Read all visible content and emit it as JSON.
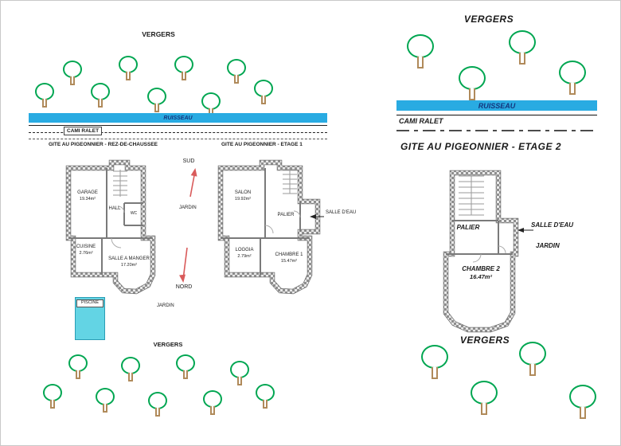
{
  "left": {
    "vergers_top": "VERGERS",
    "vergers_bottom": "VERGERS",
    "ruisseau_label": "RUISSEAU",
    "road_label": "CAMI RALET",
    "compass": {
      "sud": "SUD",
      "nord": "NORD"
    },
    "rdc": {
      "title": "GITE AU PIGEONNIER - REZ-DE-CHAUSSEE",
      "garage": "GARAGE",
      "garage_area": "19.34m²",
      "hall": "HALL",
      "wc": "WC",
      "cuisine": "CUISINE",
      "cuisine_area": "2.76m²",
      "salle_a_manger": "SALLE A MANGER",
      "salle_a_manger_area": "17.20m²",
      "jardin_est": "JARDIN",
      "jardin_sud": "JARDIN",
      "piscine": "PISCINE"
    },
    "etage1": {
      "title": "GITE AU PIGEONNIER - ETAGE 1",
      "salon": "SALON",
      "salon_area": "19.92m²",
      "palier": "PALIER",
      "salle_deau": "SALLE D'EAU",
      "loggia": "LOGGIA",
      "loggia_area": "2.79m²",
      "chambre1": "CHAMBRE 1",
      "chambre1_area": "15.47m²"
    }
  },
  "right": {
    "vergers_top": "VERGERS",
    "vergers_bottom": "VERGERS",
    "ruisseau_label": "RUISSEAU",
    "road_label": "CAMI RALET",
    "etage2": {
      "title": "GITE AU PIGEONNIER - ETAGE 2",
      "palier": "PALIER",
      "salle_deau": "SALLE D'EAU",
      "jardin": "JARDIN",
      "chambre2": "CHAMBRE 2",
      "chambre2_area": "16.47m²"
    }
  },
  "colors": {
    "water": "#29ABE2",
    "pool": "#63D4E4",
    "tree": "#00A651",
    "trunk": "#B08A5A",
    "arrow": "#D95B5B"
  }
}
